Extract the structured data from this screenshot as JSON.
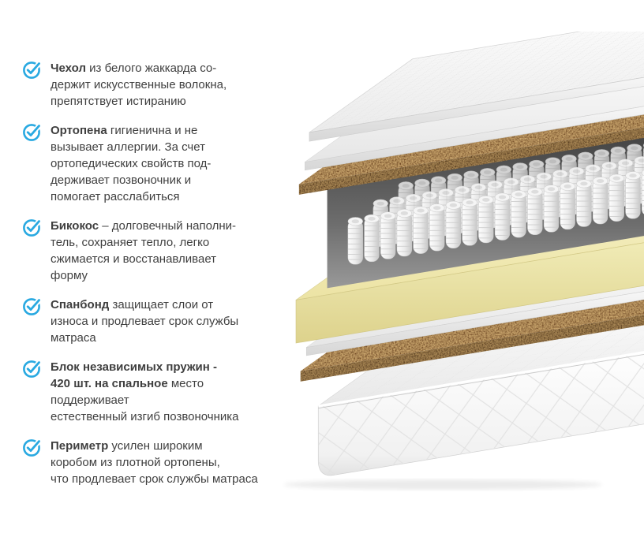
{
  "colors": {
    "accent": "#29a9e1",
    "text": "#3f3f3f",
    "coir_top": "#6a3d15",
    "coir_front": "#47290e",
    "foam_top": "#f5f1c6",
    "foam_front": "#ece4a6",
    "interior_dark": "#454545",
    "interior_floor": "#959595"
  },
  "features": [
    {
      "bold": "Чехол",
      "text": " из белого жаккарда со-\nдержит искусственные волокна,\nпрепятствует истиранию"
    },
    {
      "bold": "Ортопена",
      "text": " гигиенична и не\nвызывает аллергии. За счет\nортопедических свойств под-\nдерживает позвоночник и\nпомогает расслабиться"
    },
    {
      "bold": "Бикокос",
      "text": " – долговечный наполни-\nтель, сохраняет тепло, легко\nсжимается и восстанавливает\nформу"
    },
    {
      "bold": "Спанбонд",
      "text": " защищает слои от\nизноса и продлевает срок службы\nматраса"
    },
    {
      "bold": "Блок независимых пружин -\n420 шт. на спальное",
      "text": " место\nподдерживает\nестественный изгиб позвоночника"
    },
    {
      "bold": "Периметр",
      "text": " усилен широким\nкоробом из плотной ортопены,\nчто продлевает срок службы матраса"
    }
  ],
  "diagram": {
    "layer_names": [
      "quilted-cover-top",
      "spunbond-sheet-top",
      "coir-layer-top",
      "springs-block",
      "foam-perimeter-frame",
      "spunbond-sheet-bottom",
      "coir-layer-bottom",
      "mattress-base"
    ]
  }
}
